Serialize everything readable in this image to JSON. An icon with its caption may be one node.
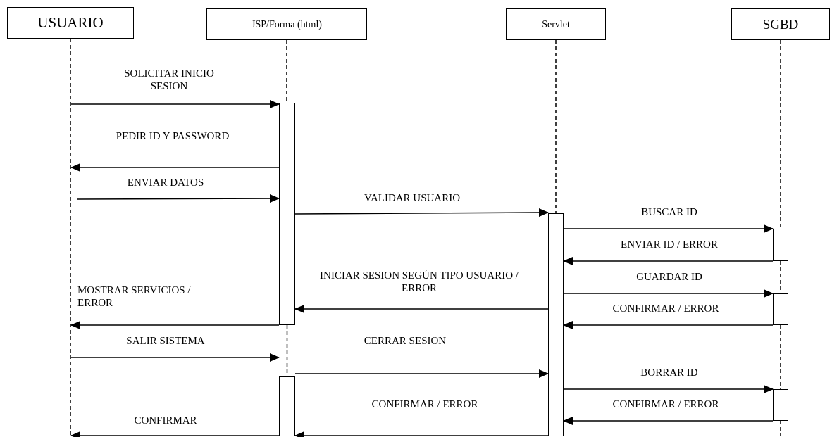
{
  "diagram": {
    "nodes": [
      {
        "text": [
          "USUARIO"
        ]
      },
      {
        "text": [
          "JSP/Forma (html)"
        ]
      },
      {
        "text": [
          "Servlet"
        ]
      },
      {
        "text": [
          "SGBD"
        ]
      },
      {
        "text": [],
        "shape": "bar"
      },
      {
        "text": [],
        "shape": "bar"
      },
      {
        "text": [],
        "shape": "bar"
      },
      {
        "text": [],
        "shape": "bar"
      },
      {
        "text": [],
        "shape": "bar"
      },
      {
        "text": [],
        "shape": "bar"
      }
    ],
    "edges": [
      {
        "from": 0,
        "to": null,
        "arrow": "none",
        "style": "dashed"
      },
      {
        "from": 1,
        "to": 4,
        "arrow": "none",
        "style": "dashed"
      },
      {
        "from": 4,
        "to": 5,
        "arrow": "none",
        "style": "dashed"
      },
      {
        "from": 2,
        "to": 6,
        "arrow": "none",
        "style": "dashed"
      },
      {
        "from": 3,
        "to": 7,
        "arrow": "none",
        "style": "dashed"
      },
      {
        "from": 7,
        "to": 8,
        "arrow": "none",
        "style": "dashed"
      },
      {
        "from": 8,
        "to": 9,
        "arrow": "none",
        "style": "dashed"
      },
      {
        "from": 9,
        "to": null,
        "arrow": "none",
        "style": "dashed"
      },
      {
        "from": null,
        "to": 4,
        "arrow": "to",
        "label": "SOLICITAR INICIO SESION"
      },
      {
        "from": 4,
        "to": null,
        "arrow": "to",
        "label": "PEDIR ID Y PASSWORD"
      },
      {
        "from": null,
        "to": 4,
        "arrow": "to",
        "label": "ENVIAR DATOS"
      },
      {
        "from": 4,
        "to": 6,
        "arrow": "to",
        "label": "VALIDAR USUARIO"
      },
      {
        "from": 6,
        "to": 7,
        "arrow": "to",
        "label": "BUSCAR ID"
      },
      {
        "from": 7,
        "to": 6,
        "arrow": "to",
        "label": "ENVIAR ID / ERROR"
      },
      {
        "from": 6,
        "to": 8,
        "arrow": "to",
        "label": "GUARDAR ID"
      },
      {
        "from": 6,
        "to": 4,
        "arrow": "to",
        "label": "INICIAR SESION SEGÚN TIPO USUARIO / ERROR"
      },
      {
        "from": 8,
        "to": 6,
        "arrow": "to",
        "label": "CONFIRMAR / ERROR"
      },
      {
        "from": 4,
        "to": null,
        "arrow": "to",
        "label": "MOSTRAR SERVICIOS / ERROR"
      },
      {
        "from": null,
        "to": 5,
        "arrow": "to",
        "label": "SALIR SISTEMA"
      },
      {
        "from": 5,
        "to": 6,
        "arrow": "to",
        "label": "CERRAR SESION"
      },
      {
        "from": 6,
        "to": 9,
        "arrow": "to",
        "label": "BORRAR ID"
      },
      {
        "from": 9,
        "to": 6,
        "arrow": "to",
        "label": "CONFIRMAR / ERROR"
      },
      {
        "from": 6,
        "to": 5,
        "arrow": "to",
        "label": "CONFIRMAR / ERROR"
      },
      {
        "from": 5,
        "to": null,
        "arrow": "to",
        "label": "CONFIRMAR"
      }
    ]
  }
}
